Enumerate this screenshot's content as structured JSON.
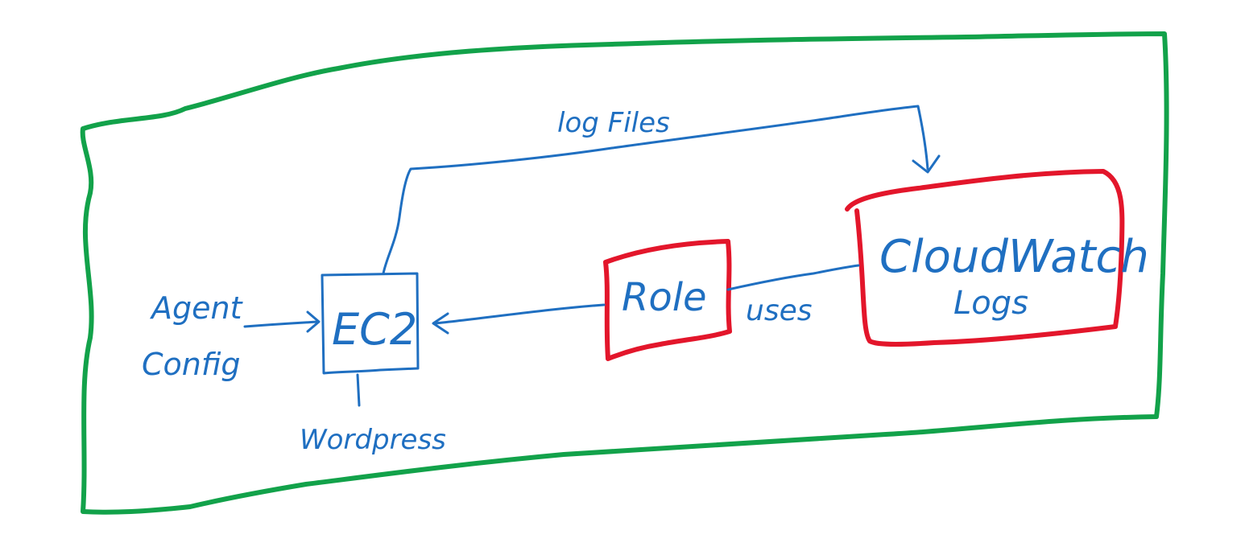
{
  "colors": {
    "background": "#ffffff",
    "boundary": "#12a24a",
    "highlight": "#e3162b",
    "ink": "#1f6fc1"
  },
  "nodes": {
    "agent_config": {
      "line1": "Agent",
      "line2": "Config"
    },
    "ec2": {
      "label": "EC2"
    },
    "wordpress": {
      "label": "Wordpress"
    },
    "role": {
      "label": "Role"
    },
    "cloudwatch": {
      "line1": "CloudWatch",
      "line2": "Logs"
    }
  },
  "edges": {
    "log_files": {
      "label": "log Files"
    },
    "uses": {
      "label": "uses"
    }
  }
}
